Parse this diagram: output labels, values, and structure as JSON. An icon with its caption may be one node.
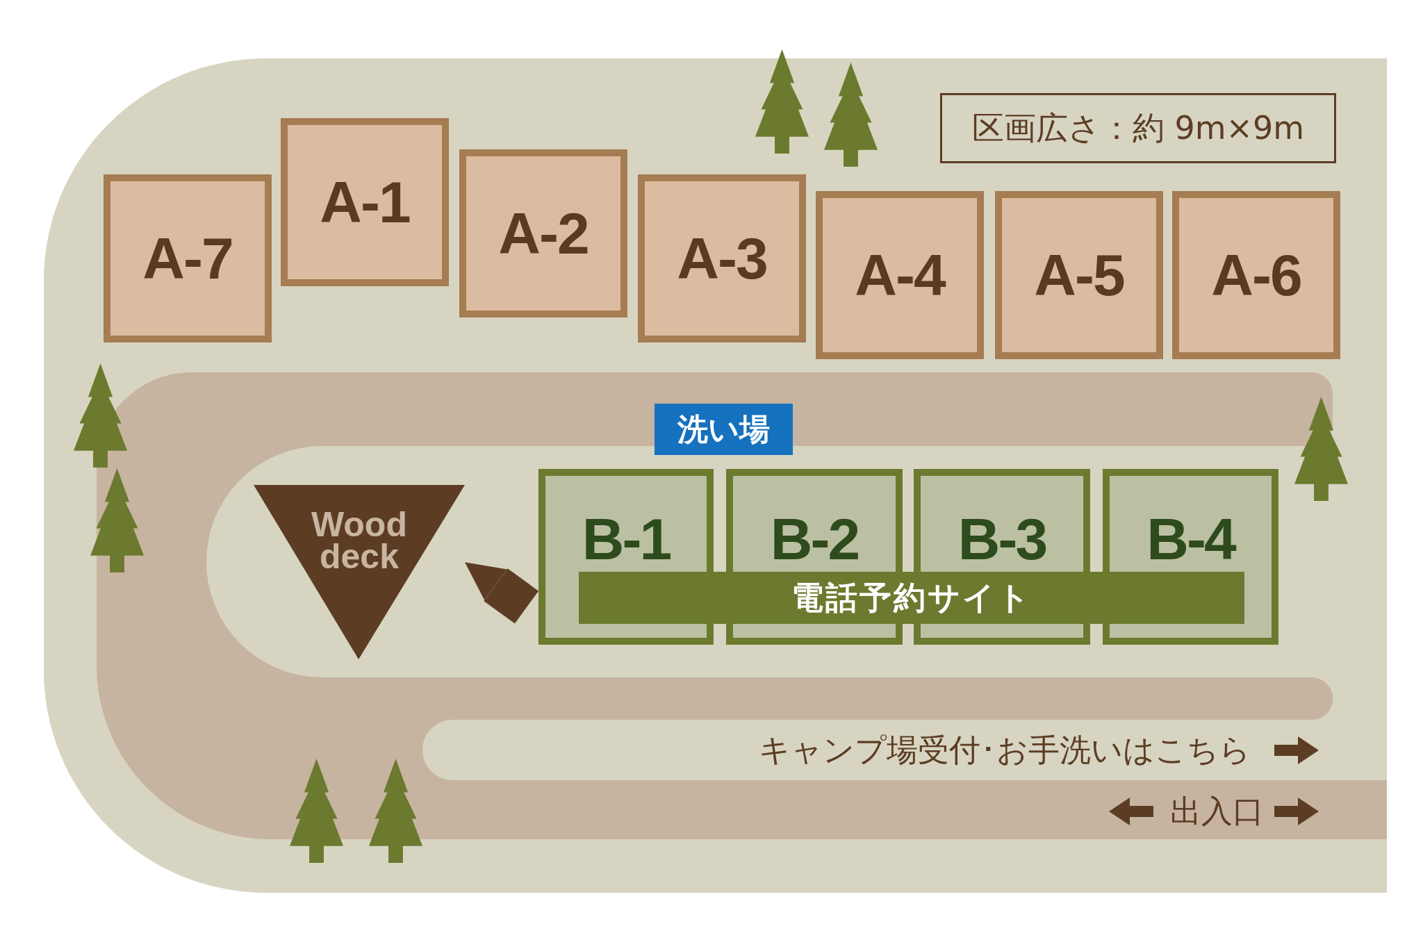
{
  "diagram": {
    "nodes": [
      {
        "text": [
          "A-7"
        ]
      },
      {
        "text": [
          "A-1"
        ]
      },
      {
        "text": [
          "A-2"
        ]
      },
      {
        "text": [
          "A-3"
        ]
      },
      {
        "text": [
          "A-4"
        ]
      },
      {
        "text": [
          "A-5"
        ]
      },
      {
        "text": [
          "A-6"
        ]
      },
      {
        "text": [
          "区画広さ：約 9m×9m"
        ]
      },
      {
        "text": [
          "洗い場"
        ]
      },
      {
        "text": [
          "Wood deck"
        ]
      },
      {
        "text": [
          "B-1"
        ]
      },
      {
        "text": [
          "B-2"
        ]
      },
      {
        "text": [
          "B-3"
        ]
      },
      {
        "text": [
          "B-4"
        ]
      },
      {
        "text": [
          "電話予約サイト"
        ]
      }
    ],
    "edges": [
      {
        "from": 10,
        "to": 9,
        "arrow": "to"
      }
    ],
    "labels": [
      "キャンプ場受付･お手洗いはこちら",
      "出入口"
    ]
  }
}
